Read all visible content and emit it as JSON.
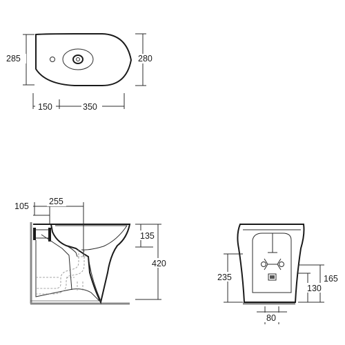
{
  "top_view": {
    "dim_depth_left": "285",
    "dim_depth_right": "280",
    "dim_rear": "150",
    "dim_length": "350"
  },
  "side_view": {
    "dim_rear": "105",
    "dim_drain": "255",
    "dim_rim": "135",
    "dim_height": "420"
  },
  "front_view": {
    "dim_fixing_height": "235",
    "dim_right_upper": "165",
    "dim_right_lower": "130",
    "dim_bottom": "80"
  }
}
